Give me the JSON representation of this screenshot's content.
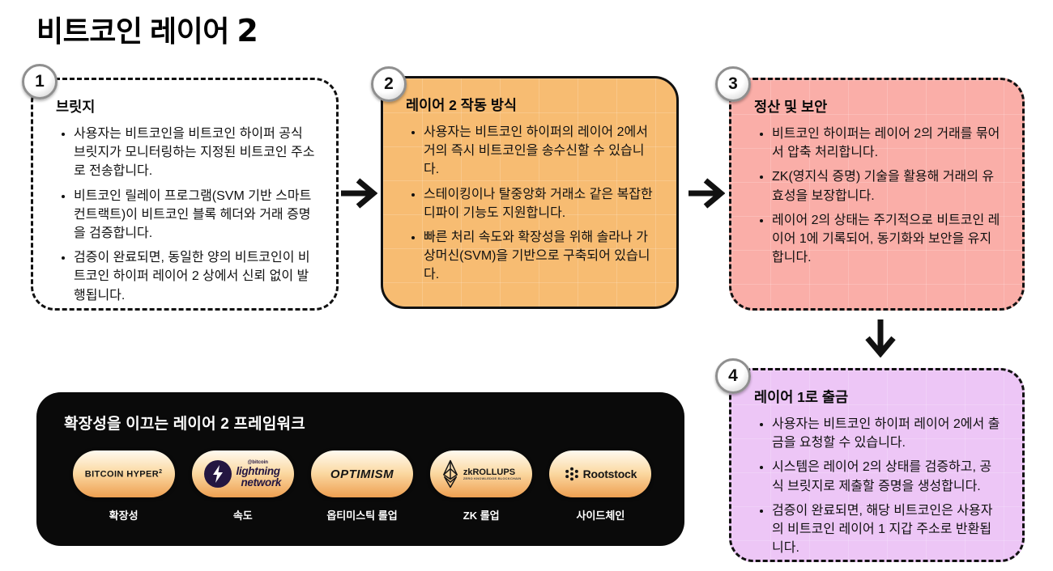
{
  "title": {
    "text": "비트코인 레이어",
    "number": "2"
  },
  "steps": [
    {
      "number": "1",
      "heading": "브릿지",
      "bullets": [
        "사용자는 비트코인을 비트코인 하이퍼 공식 브릿지가 모니터링하는 지정된 비트코인 주소로 전송합니다.",
        "비트코인 릴레이 프로그램(SVM 기반 스마트 컨트랙트)이 비트코인 블록 헤더와 거래 증명을 검증합니다.",
        "검증이 완료되면, 동일한 양의 비트코인이 비트코인 하이퍼 레이어 2 상에서 신뢰 없이 발행됩니다."
      ],
      "bg": "#ffffff"
    },
    {
      "number": "2",
      "heading": "레이어 2 작동 방식",
      "bullets": [
        "사용자는 비트코인 하이퍼의 레이어 2에서 거의 즉시 비트코인을 송수신할 수 있습니다.",
        "스테이킹이나 탈중앙화 거래소 같은 복잡한 디파이 기능도 지원합니다.",
        "빠른 처리 속도와 확장성을 위해 솔라나 가상머신(SVM)을 기반으로 구축되어 있습니다."
      ],
      "bg": "#f7bc72"
    },
    {
      "number": "3",
      "heading": "정산 및 보안",
      "bullets": [
        "비트코인 하이퍼는 레이어 2의 거래를 묶어서 압축 처리합니다.",
        "ZK(영지식 증명) 기술을 활용해 거래의 유효성을 보장합니다.",
        "레이어 2의 상태는 주기적으로 비트코인 레이어 1에 기록되어, 동기화와 보안을 유지합니다."
      ],
      "bg": "#faaea8"
    },
    {
      "number": "4",
      "heading": "레이어 1로 출금",
      "bullets": [
        "사용자는 비트코인 하이퍼 레이어 2에서 출금을 요청할 수 있습니다.",
        "시스템은 레이어 2의 상태를 검증하고, 공식 브릿지로 제출할 증명을 생성합니다.",
        "검증이 완료되면, 해당 비트코인은 사용자의 비트코인 레이어 1 지갑 주소로 반환됩니다."
      ],
      "bg": "#edc6f6"
    }
  ],
  "framework": {
    "title": "확장성을 이끄는 레이어 2 프레임워크",
    "panel_bg": "#0a0a0a",
    "items": [
      {
        "logo_text": "BITCOIN HYPER",
        "logo_sup": "2",
        "label": "확장성"
      },
      {
        "handle": "@bitcoin",
        "logo_line1": "lightning",
        "logo_line2": "network",
        "label": "속도"
      },
      {
        "logo_text": "OPTIMISM",
        "label": "옵티미스틱 롤업"
      },
      {
        "logo_text": "zkROLLUPS",
        "logo_sub": "ZERO KNOWLEDGE BLOCKCHAIN",
        "label": "ZK 롤업"
      },
      {
        "logo_text": "Rootstock",
        "label": "사이드체인"
      }
    ]
  },
  "colors": {
    "step1_bg": "#ffffff",
    "step2_bg": "#f7bc72",
    "step3_bg": "#faaea8",
    "step4_bg": "#edc6f6",
    "panel_bg": "#0a0a0a",
    "arrow": "#111111",
    "pill_top": "#fffaf0",
    "pill_bottom": "#ee9f51"
  }
}
